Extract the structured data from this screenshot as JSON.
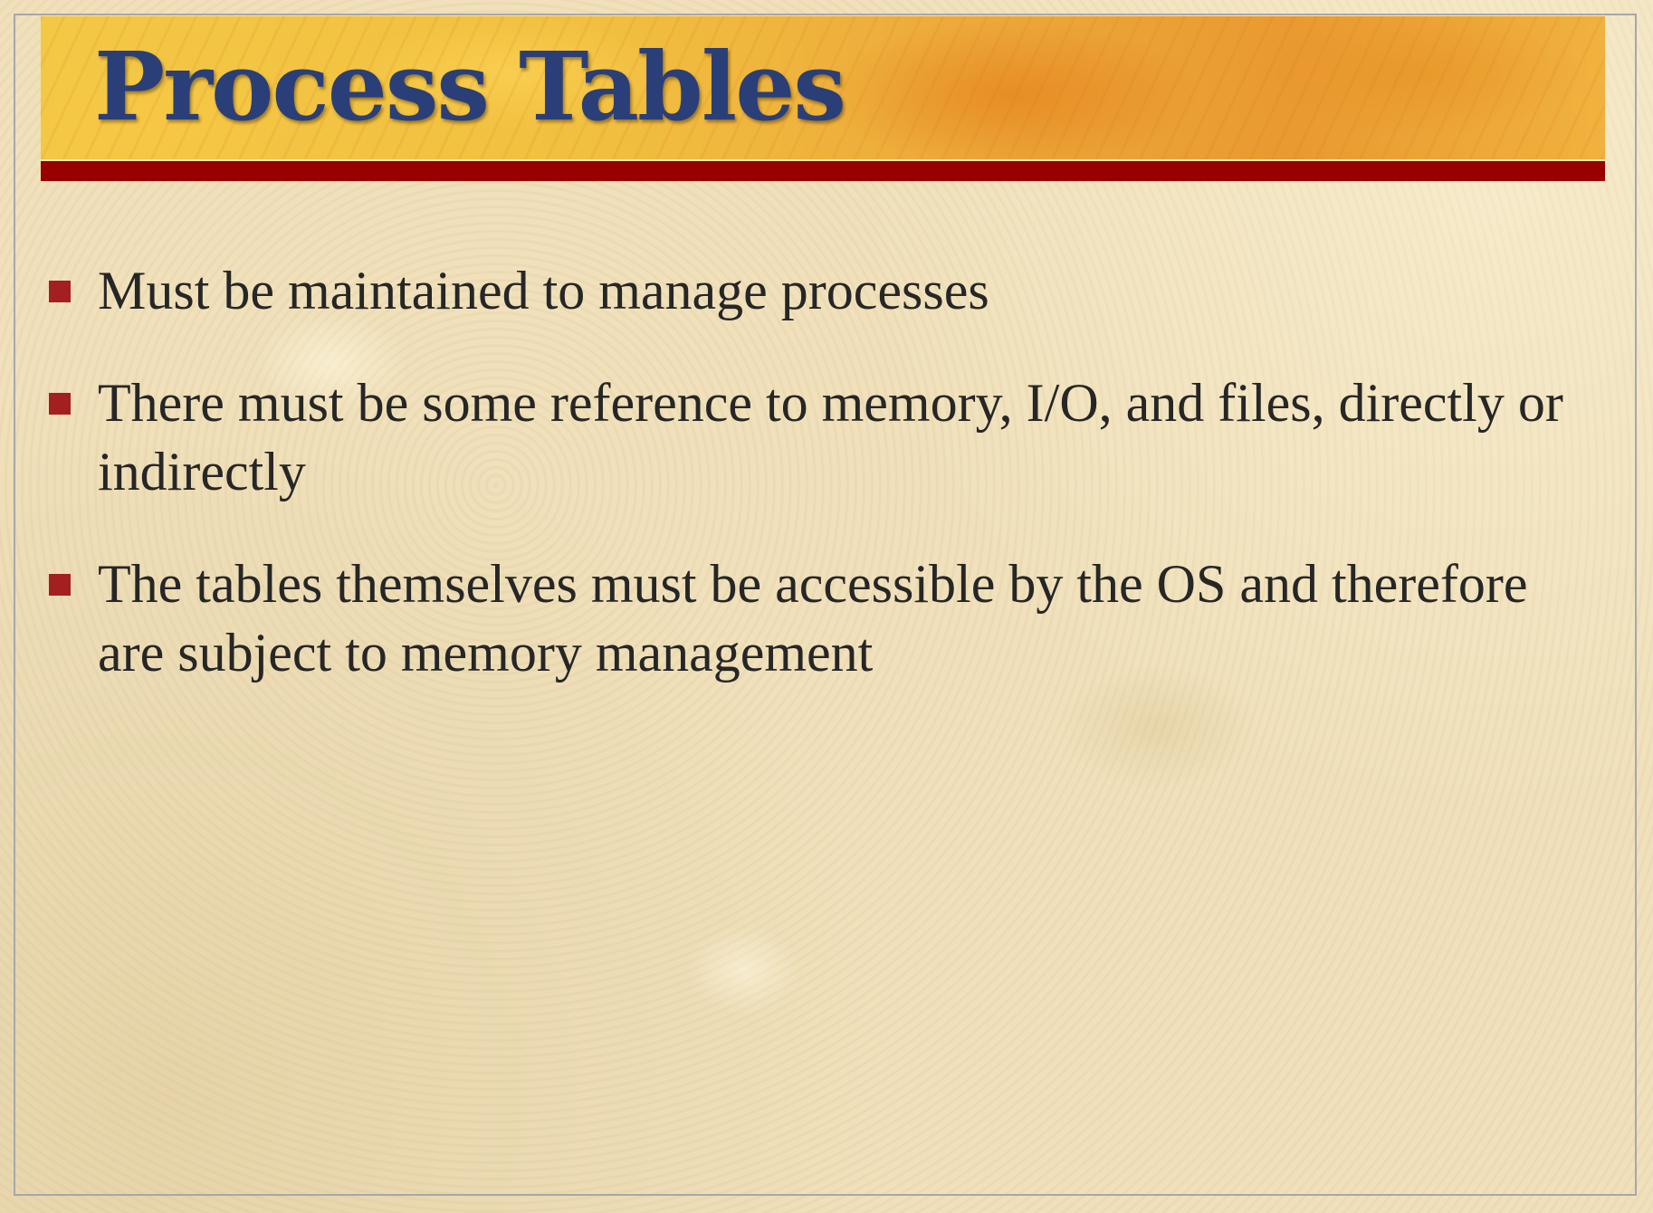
{
  "slide": {
    "title": "Process Tables",
    "bullets": [
      "Must be maintained to manage processes",
      "There must be some reference to memory, I/O, and files, directly or indirectly",
      "The tables themselves must be accessible by the OS and therefore are subject to memory management"
    ]
  },
  "colors": {
    "title_text": "#2a3f78",
    "accent_bar": "#990000",
    "bullet_marker": "#a41f1f",
    "body_text": "#262626",
    "background": "#efdfb8"
  }
}
